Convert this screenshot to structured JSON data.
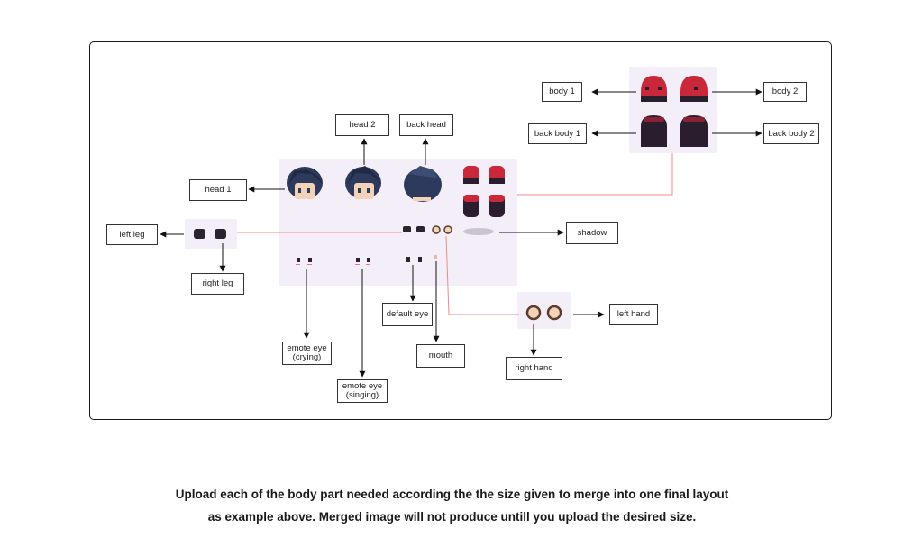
{
  "labels": {
    "body_1": "body 1",
    "body_2": "body 2",
    "back_body_1": "back body 1",
    "back_body_2": "back body 2",
    "head_2": "head 2",
    "back_head": "back head",
    "head_1": "head 1",
    "left_leg": "left leg",
    "shadow": "shadow",
    "right_leg": "right leg",
    "default_eye": "default eye",
    "left_hand": "left hand",
    "emote_eye_crying": "emote eye\n(crying)",
    "mouth": "mouth",
    "right_hand": "right hand",
    "emote_eye_singing": "emote eye\n(singing)"
  },
  "caption": {
    "line1": "Upload each of the body part needed according the the size given to merge into one final layout",
    "line2": "as example above. Merged image will not produce untill you upload the desired size."
  },
  "colors": {
    "hair": "#2d3a5c",
    "skin": "#f3d3b8",
    "body_red": "#c8283a",
    "body_dark": "#2a1e2e",
    "sheet_bg": "#f3eef7",
    "connector": "#f28a8a"
  }
}
